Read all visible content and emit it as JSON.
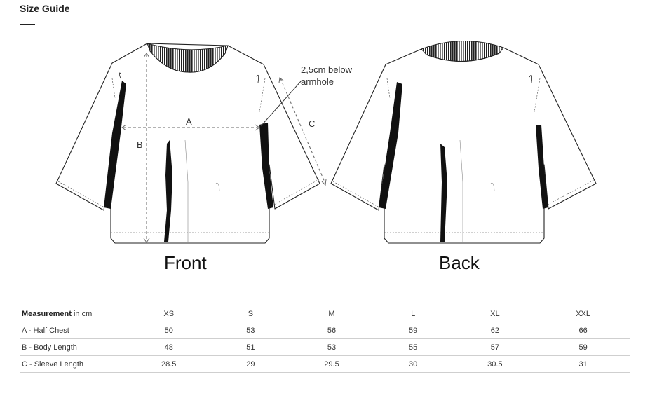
{
  "header": {
    "title": "Size Guide"
  },
  "figures": {
    "front_caption": "Front",
    "back_caption": "Back",
    "labels": {
      "a": "A",
      "b": "B",
      "c": "C",
      "note_line1": "2,5cm below",
      "note_line2": "armhole"
    }
  },
  "table": {
    "header_bold": "Measurement",
    "header_unit": " in cm",
    "sizes": [
      "XS",
      "S",
      "M",
      "L",
      "XL",
      "XXL"
    ],
    "rows": [
      {
        "label": "A - Half Chest",
        "values": [
          "50",
          "53",
          "56",
          "59",
          "62",
          "66"
        ]
      },
      {
        "label": "B - Body Length",
        "values": [
          "48",
          "51",
          "53",
          "55",
          "57",
          "59"
        ]
      },
      {
        "label": "C - Sleeve Length",
        "values": [
          "28.5",
          "29",
          "29.5",
          "30",
          "30.5",
          "31"
        ]
      }
    ]
  }
}
